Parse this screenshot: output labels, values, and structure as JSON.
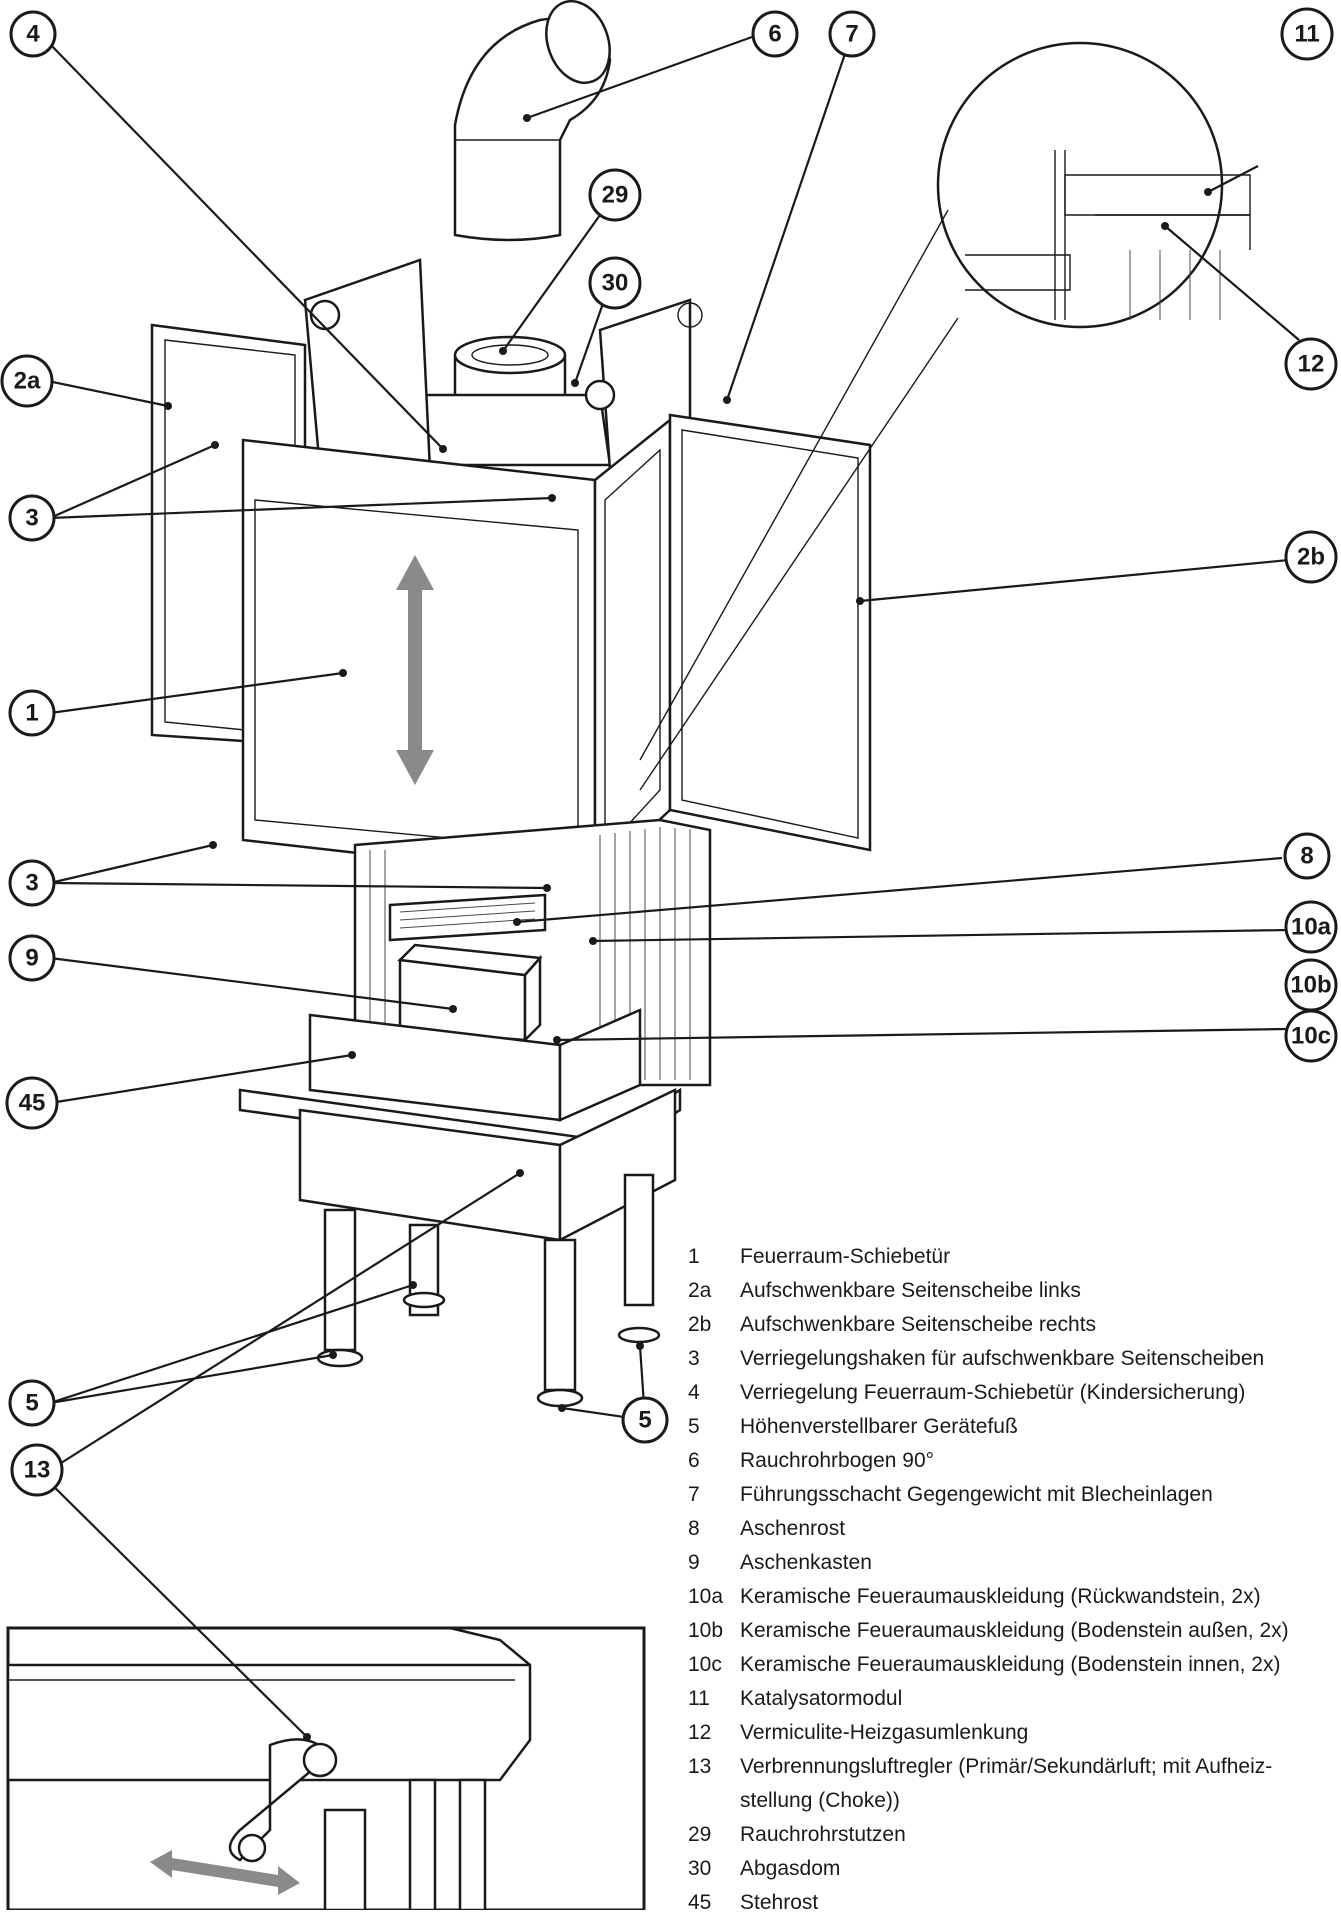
{
  "callouts": {
    "c1": "1",
    "c2a": "2a",
    "c2b": "2b",
    "c3a": "3",
    "c3b": "3",
    "c4": "4",
    "c5a": "5",
    "c5b": "5",
    "c6": "6",
    "c7": "7",
    "c8": "8",
    "c9": "9",
    "c10a": "10a",
    "c10b": "10b",
    "c10c": "10c",
    "c11": "11",
    "c12": "12",
    "c13": "13",
    "c29": "29",
    "c30": "30",
    "c45": "45"
  },
  "legend": [
    {
      "num": "1",
      "text": "Feuerraum-Schiebetür"
    },
    {
      "num": "2a",
      "text": "Aufschwenkbare Seitenscheibe links"
    },
    {
      "num": "2b",
      "text": "Aufschwenkbare Seitenscheibe rechts"
    },
    {
      "num": "3",
      "text": "Verriegelungshaken für aufschwenkbare Seitenscheiben"
    },
    {
      "num": "4",
      "text": "Verriegelung Feuerraum-Schiebetür (Kindersicherung)"
    },
    {
      "num": "5",
      "text": "Höhenverstellbarer Gerätefuß"
    },
    {
      "num": "6",
      "text": "Rauchrohrbogen 90°"
    },
    {
      "num": "7",
      "text": "Führungsschacht Gegengewicht mit Blecheinlagen"
    },
    {
      "num": "8",
      "text": "Aschenrost"
    },
    {
      "num": "9",
      "text": "Aschenkasten"
    },
    {
      "num": "10a",
      "text": "Keramische Feueraumauskleidung (Rückwandstein, 2x)"
    },
    {
      "num": "10b",
      "text": "Keramische Feueraumauskleidung (Bodenstein außen, 2x)"
    },
    {
      "num": "10c",
      "text": "Keramische Feueraumauskleidung (Bodenstein innen, 2x)"
    },
    {
      "num": "11",
      "text": "Katalysatormodul"
    },
    {
      "num": "12",
      "text": "Vermiculite-Heizgasumlenkung"
    },
    {
      "num": "13",
      "text": "Verbrennungsluftregler (Primär/Sekundärluft; mit Aufheiz-stellung (Choke))"
    },
    {
      "num": "29",
      "text": "Rauchrohrstutzen"
    },
    {
      "num": "30",
      "text": "Abgasdom"
    },
    {
      "num": "45",
      "text": "Stehrost"
    }
  ]
}
